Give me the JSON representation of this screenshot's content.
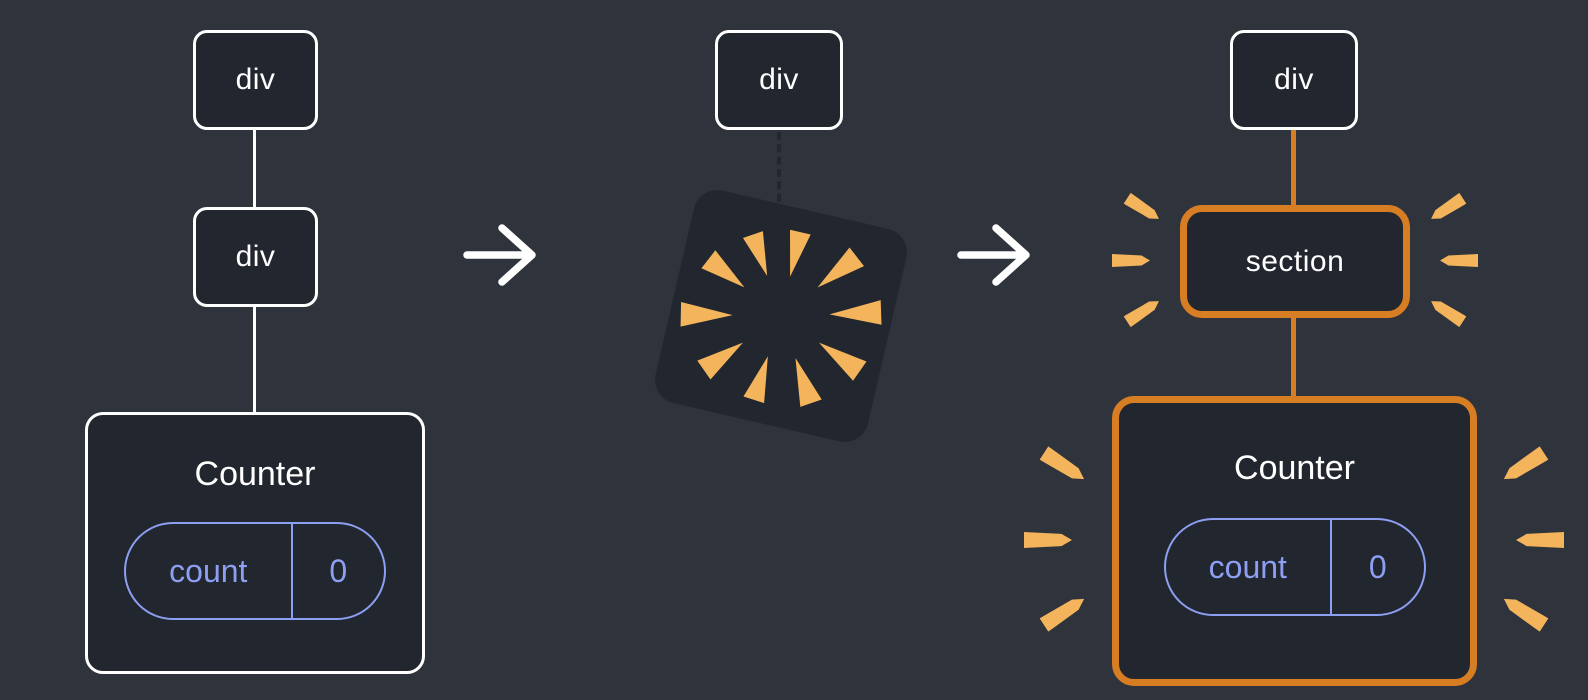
{
  "colors": {
    "background": "#2e333c",
    "node_fill": "#22262e",
    "node_border": "#ffffff",
    "connector_white": "#ffffff",
    "connector_orange": "#d77d23",
    "highlight_orange": "#d77d23",
    "spark_orange": "#f4b45c",
    "purple": "#8d9ff2",
    "arrow_white": "#ffffff",
    "dashed_connector": "#22262e",
    "text_white": "#ffffff"
  },
  "icons": {
    "arrow_right": "→",
    "poof": "poof-burst",
    "spark": "spark-dash"
  },
  "before": {
    "root_label": "div",
    "child_label": "div",
    "counter": {
      "title": "Counter",
      "state_key": "count",
      "state_value": "0"
    }
  },
  "poof_step": {
    "root_label": "div"
  },
  "after": {
    "root_label": "div",
    "section_label": "section",
    "counter": {
      "title": "Counter",
      "state_key": "count",
      "state_value": "0"
    }
  }
}
